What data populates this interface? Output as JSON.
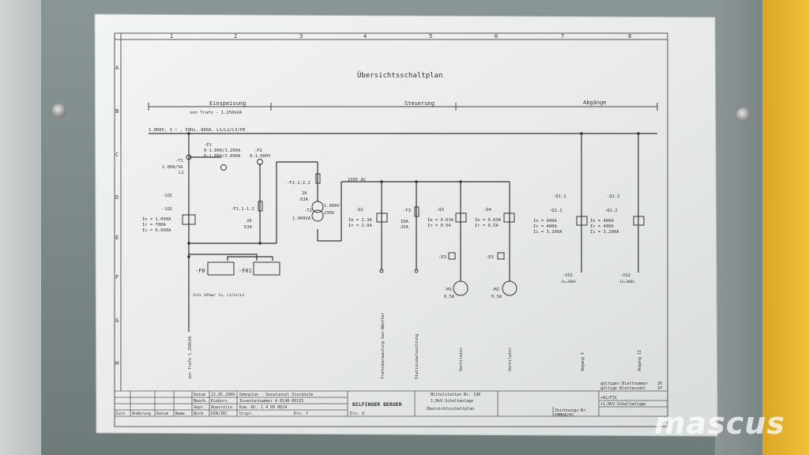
{
  "title": "Übersichtsschaltplan",
  "columns": [
    "1",
    "2",
    "3",
    "4",
    "5",
    "6",
    "7",
    "8"
  ],
  "rows": [
    "A",
    "B",
    "C",
    "D",
    "E",
    "F",
    "G",
    "H"
  ],
  "sections": [
    {
      "label": "Einspeisung",
      "sub": "von Trafo - 1.250kVA"
    },
    {
      "label": "Steuerung"
    },
    {
      "label": "Abgänge"
    }
  ],
  "busbar": "1.000V, 3 ~ , 50Hz, 800A, L1/L2/L3/PE",
  "ac_bus": "230V AC",
  "components": {
    "P1": {
      "name": "-P1",
      "l1": "0-1.000/1.200A",
      "l2": "0-1.000/2.000A"
    },
    "P2": {
      "name": "-P2",
      "l1": "0-1.000V"
    },
    "T1": {
      "name": "-T1",
      "l1": "1.000/5A",
      "l2": "L1"
    },
    "Q1": {
      "name": "-1Q1",
      "aux": "-1Q1",
      "l1": "In  = 1.000A",
      "l2": "Ir  = 700A",
      "l3": "Ii  = 6.000A"
    },
    "F11": {
      "name": "-F1.1-1.2",
      "l1": "2A",
      "l2": "63A"
    },
    "F21": {
      "name": "-F2.1-2.2",
      "l1": "2A",
      "l2": "63A"
    },
    "T2": {
      "name": "-T2",
      "l1": "1.000V",
      "l2": "230V",
      "l3": "1.000VA"
    },
    "F0": {
      "name": "-F0"
    },
    "F01": {
      "name": "-F01"
    },
    "cable": "2x5x 185mm² Cu, L1/L2/L3",
    "Q2": {
      "name": "-Q2",
      "l1": "Ie = 2.3A",
      "l2": "Ir = 2.0A"
    },
    "F3": {
      "name": "-F3",
      "l1": "10A",
      "l2": "25A"
    },
    "Q3": {
      "name": "-Q3",
      "l1": "Ie = 0.63A",
      "l2": "Ir = 0.5A"
    },
    "Q4": {
      "name": "-Q4",
      "l1": "Ie = 0.63A",
      "l2": "Ir = 0.5A"
    },
    "E3a": {
      "name": "-E3"
    },
    "E3b": {
      "name": "-E3"
    },
    "M1": {
      "name": "-M1",
      "l1": "0.5A"
    },
    "M2": {
      "name": "-M2",
      "l1": "0.5A"
    },
    "Q11": {
      "name": "-Q1.1",
      "aux": "-Q1.1",
      "l1": "In  = 400A",
      "l2": "Ir  = 400A",
      "l3": "Ii  = 3.200A"
    },
    "Q12": {
      "name": "-Q1.2",
      "aux": "-Q1.2",
      "l1": "In  = 400A",
      "l2": "Ir  = 400A",
      "l3": "Ii  = 3.200A"
    },
    "XS1": {
      "name": "-XS1",
      "l1": "In=300A"
    },
    "XS2": {
      "name": "-XS2",
      "l1": "In=300A"
    }
  },
  "vertical_labels": [
    "von Trafo 1.250kVA",
    "Trafoüberwachung Gas-Wächter",
    "Stationsbeleuchtung",
    "Ventilator",
    "Ventilator",
    "Abgang I",
    "Abgang II"
  ],
  "title_block": {
    "datum_label": "Datum",
    "datum": "22.05.2009",
    "bearb_label": "Bearb.",
    "bearb": "Kiebors",
    "gepr_label": "Gepr.",
    "gepr": "Anastolio",
    "norm_label": "Norm",
    "norm": "DIN/IEC",
    "project": "Odenplan - Vasatunnel Stockholm",
    "inventory": "Inventarnummer A 0140-00135",
    "kom": "Kom.-Nr. 1 4 09 0624",
    "urspr": "Urspr.",
    "ers_f": "Ers. f",
    "ers_d": "Ers. d",
    "company": "BILFINGER BERGER",
    "desc1": "Mittelstation Nr. 196",
    "desc2": "1,0kV-Schaltanlage",
    "desc3": "Übersichtsschaltplan",
    "ref1": "+A1/F31",
    "ref2": "+1,0kV-Schaltanlage",
    "drawing_label": "Zeichnungs-Nr.",
    "drawing_no": "EMM0A29S",
    "page_label1": "gültiges Blattnummer",
    "page1": "20",
    "page_label2": "gültige Blattanzahl",
    "page2": "37",
    "rev_headers": [
      "Zust.",
      "Änderung",
      "Datum",
      "Name"
    ]
  },
  "watermark": "mascus"
}
